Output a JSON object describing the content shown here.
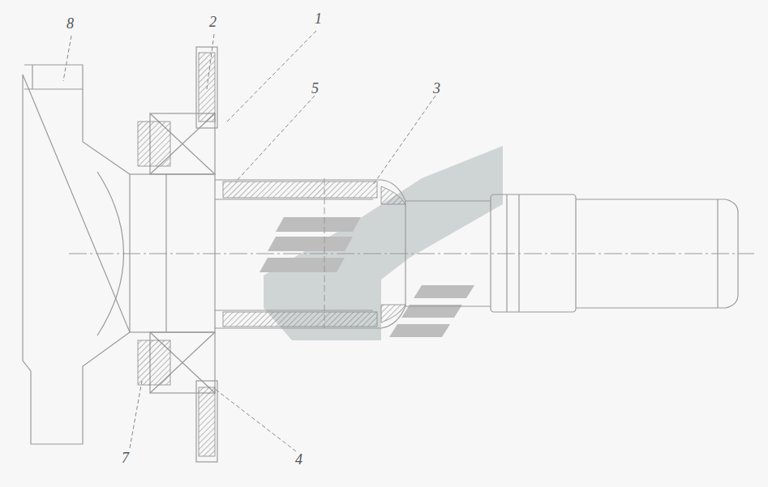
{
  "diagram": {
    "labels": [
      "8",
      "2",
      "1",
      "5",
      "3",
      "7",
      "4"
    ]
  }
}
